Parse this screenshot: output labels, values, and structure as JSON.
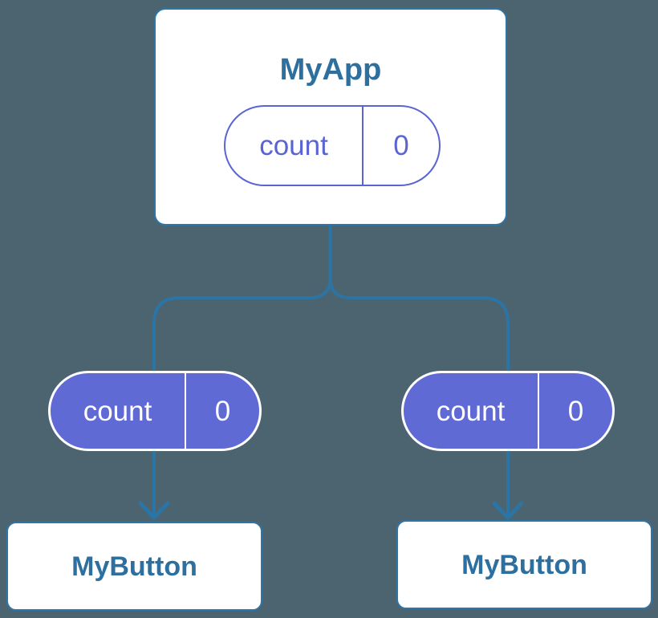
{
  "colors": {
    "background": "#4c6470",
    "connector": "#2b74a6",
    "box-border": "#2e76a8",
    "box-bg": "#ffffff",
    "heading-text": "#2d6f9e",
    "pill-accent": "#5a64d2",
    "pill-fill": "#5f6ad5",
    "pill-text-on-fill": "#ffffff"
  },
  "tree": {
    "root": {
      "title": "MyApp",
      "state": {
        "name": "count",
        "value": "0"
      }
    },
    "children": [
      {
        "title": "MyButton",
        "prop": {
          "name": "count",
          "value": "0"
        }
      },
      {
        "title": "MyButton",
        "prop": {
          "name": "count",
          "value": "0"
        }
      }
    ]
  }
}
